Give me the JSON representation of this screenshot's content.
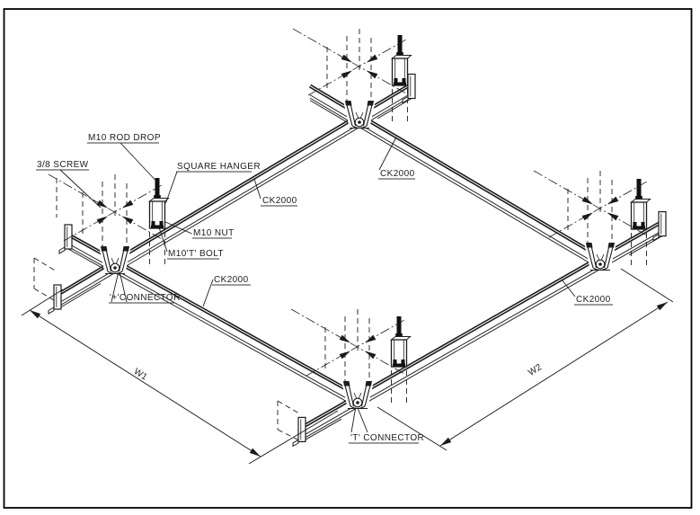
{
  "drawing": {
    "colors": {
      "line": "#1c1c1c",
      "background": "#ffffff"
    },
    "labels": {
      "rod_drop": "M10 ROD DROP",
      "screw": "3/8 SCREW",
      "square_hanger": "SQUARE HANGER",
      "nut": "M10 NUT",
      "t_bolt": "M10'T' BOLT",
      "plus_connector": "'+'CONNECTOR",
      "t_connector": "'T' CONNECTOR",
      "rail": "CK2000",
      "w1": "W1",
      "w2": "W2"
    }
  }
}
